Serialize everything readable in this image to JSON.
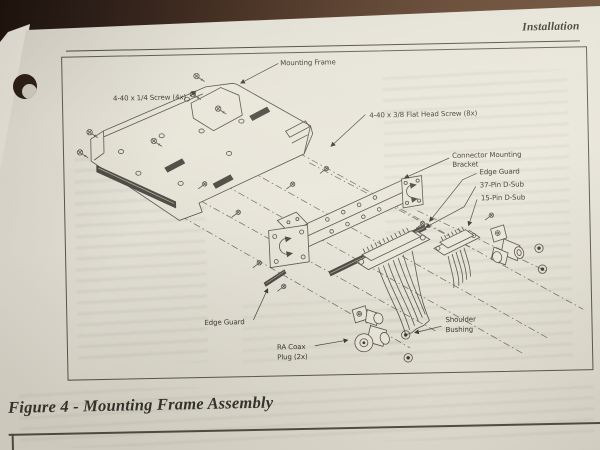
{
  "page": {
    "header": "Installation",
    "caption": "Figure 4 - Mounting Frame Assembly"
  },
  "figure": {
    "labels": {
      "mounting_frame": "Mounting Frame",
      "screw_quarter": "4-40 x 1/4 Screw (4x)",
      "screw_flathead": "4-40 x 3/8 Flat Head Screw (8x)",
      "connector_bracket_line1": "Connector Mounting",
      "connector_bracket_line2": "Bracket",
      "edge_guard_top": "Edge Guard",
      "dsub37": "37-Pin D-Sub",
      "dsub15": "15-Pin D-Sub",
      "edge_guard_bottom": "Edge Guard",
      "ra_coax_line1": "RA Coax",
      "ra_coax_line2": "Plug (2x)",
      "shoulder_bushing_line1": "Shoulder",
      "shoulder_bushing_line2": "Bushing"
    }
  },
  "colors": {
    "paper": "#e6e3d8",
    "ink": "#55524b",
    "label_ink": "#3b3a33",
    "table_wood": "#5f4029"
  }
}
